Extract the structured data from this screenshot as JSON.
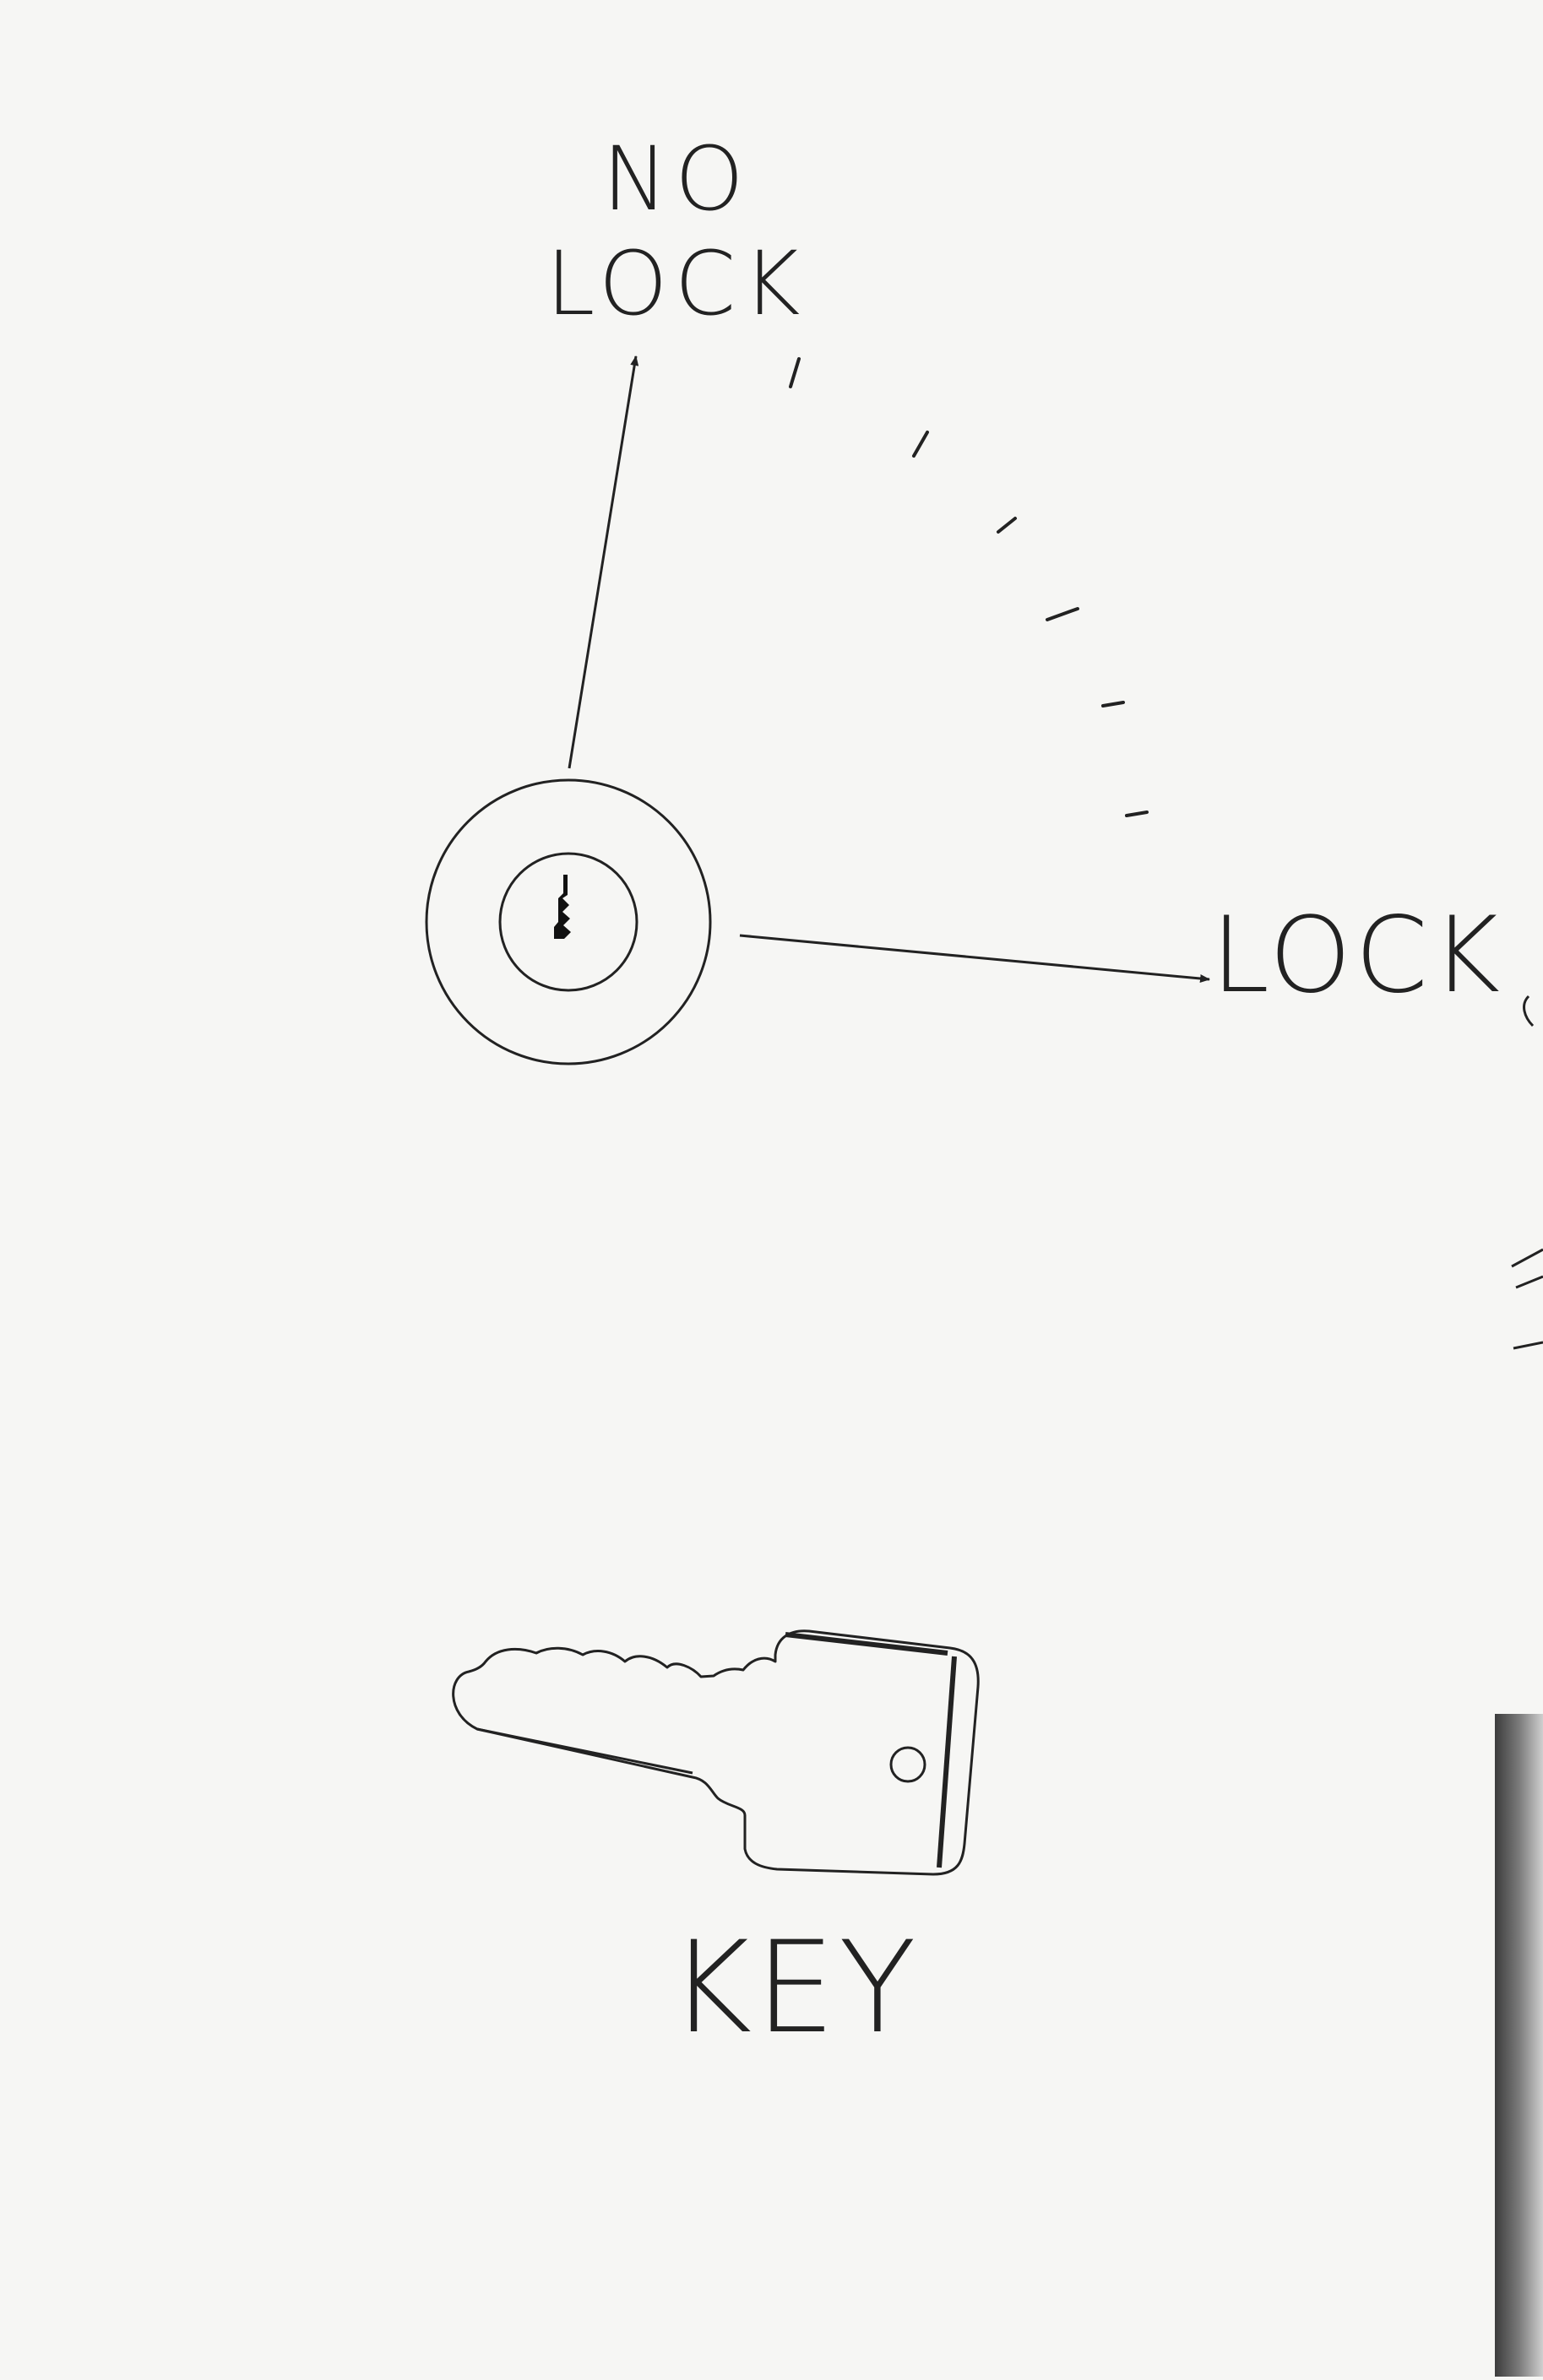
{
  "labels": {
    "no": "NO",
    "no_lock": "LOCK",
    "lock": "LOCK",
    "key": "KEY"
  },
  "colors": {
    "paper": "#f6f6f4",
    "ink": "#222222",
    "shadow": "#5a5a5a"
  },
  "icons": [
    "keyhole-icon",
    "key-icon"
  ]
}
